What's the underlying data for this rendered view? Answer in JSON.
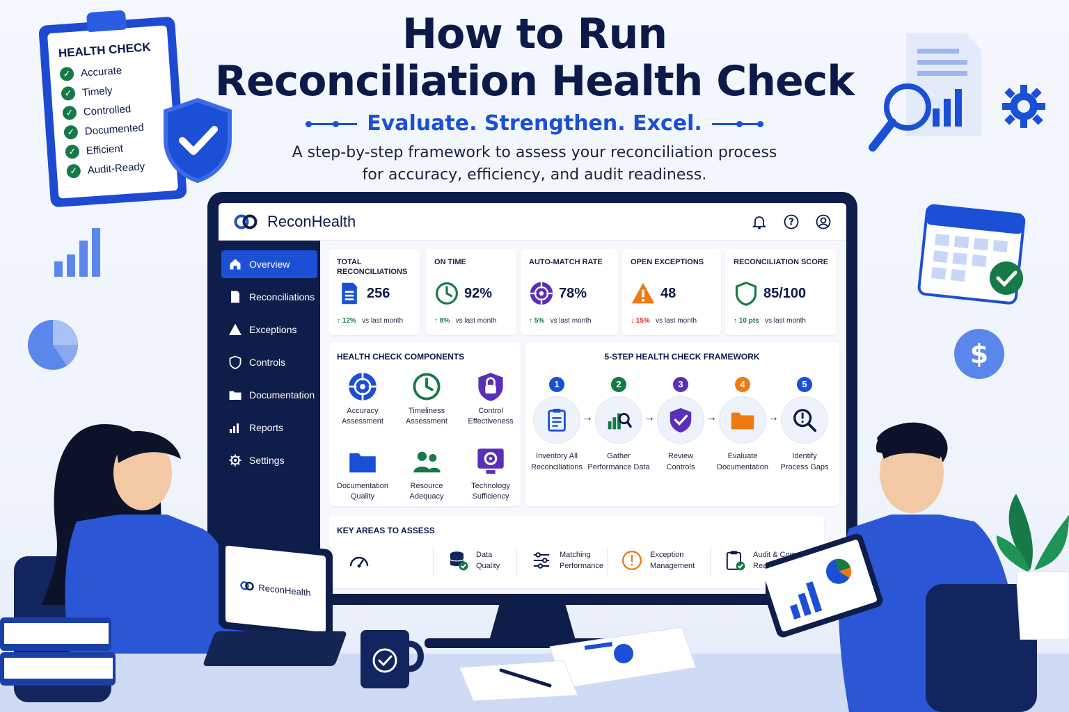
{
  "header": {
    "title_line1": "How to Run",
    "title_line2": "Reconciliation Health Check",
    "tagline": "Evaluate. Strengthen. Excel.",
    "description_line1": "A step-by-step framework to assess your reconciliation process",
    "description_line2": "for accuracy, efficiency, and audit readiness."
  },
  "clipboard": {
    "title": "HEALTH CHECK",
    "items": [
      "Accurate",
      "Timely",
      "Controlled",
      "Documented",
      "Efficient",
      "Audit-Ready"
    ]
  },
  "app": {
    "name": "ReconHealth",
    "laptop_brand": "ReconHealth",
    "nav": [
      {
        "label": "Overview",
        "icon": "home-icon",
        "active": true
      },
      {
        "label": "Reconciliations",
        "icon": "document-icon"
      },
      {
        "label": "Exceptions",
        "icon": "warning-icon"
      },
      {
        "label": "Controls",
        "icon": "shield-icon"
      },
      {
        "label": "Documentation",
        "icon": "folder-icon"
      },
      {
        "label": "Reports",
        "icon": "bar-chart-icon"
      },
      {
        "label": "Settings",
        "icon": "gear-icon"
      }
    ],
    "kpis": [
      {
        "label": "TOTAL RECONCILIATIONS",
        "value": "256",
        "delta": "12%",
        "direction": "up",
        "compare": "vs last month",
        "icon": "document-icon",
        "color": "#1b4fd6"
      },
      {
        "label": "ON TIME",
        "value": "92%",
        "delta": "8%",
        "direction": "up",
        "compare": "vs last month",
        "icon": "clock-icon",
        "color": "#157a47"
      },
      {
        "label": "AUTO-MATCH RATE",
        "value": "78%",
        "delta": "5%",
        "direction": "up",
        "compare": "vs last month",
        "icon": "target-icon",
        "color": "#5a2fb8"
      },
      {
        "label": "OPEN EXCEPTIONS",
        "value": "48",
        "delta": "15%",
        "direction": "down",
        "compare": "vs last month",
        "icon": "warning-icon",
        "color": "#f07a12"
      },
      {
        "label": "RECONCILIATION SCORE",
        "value": "85/100",
        "delta": "10 pts",
        "direction": "up",
        "compare": "vs last month",
        "icon": "shield-icon",
        "color": "#157a47"
      }
    ],
    "components_title": "HEALTH CHECK COMPONENTS",
    "components": [
      {
        "label": "Accuracy Assessment",
        "icon": "target-icon",
        "color": "#1b4fd6"
      },
      {
        "label": "Timeliness Assessment",
        "icon": "clock-icon",
        "color": "#157a47"
      },
      {
        "label": "Control Effectiveness",
        "icon": "lock-shield-icon",
        "color": "#5a2fb8"
      },
      {
        "label": "Documentation Quality",
        "icon": "folder-icon",
        "color": "#1b4fd6"
      },
      {
        "label": "Resource Adequacy",
        "icon": "people-icon",
        "color": "#157a47"
      },
      {
        "label": "Technology Sufficiency",
        "icon": "gear-monitor-icon",
        "color": "#5a2fb8"
      }
    ],
    "framework_title": "5-STEP HEALTH CHECK FRAMEWORK",
    "steps": [
      {
        "num": "1",
        "line1": "Inventory All",
        "line2": "Reconciliations",
        "icon": "clipboard-icon",
        "color": "#1b4fd6"
      },
      {
        "num": "2",
        "line1": "Gather",
        "line2": "Performance Data",
        "icon": "chart-search-icon",
        "color": "#157a47"
      },
      {
        "num": "3",
        "line1": "Review",
        "line2": "Controls",
        "icon": "shield-check-icon",
        "color": "#5a2fb8"
      },
      {
        "num": "4",
        "line1": "Evaluate",
        "line2": "Documentation",
        "icon": "folder-icon",
        "color": "#f07a12"
      },
      {
        "num": "5",
        "line1": "Identify",
        "line2": "Process Gaps",
        "icon": "search-alert-icon",
        "color": "#1b4fd6"
      }
    ],
    "areas_title": "KEY AREAS TO ASSESS",
    "areas": [
      {
        "line1": "",
        "line2": "",
        "icon": "gauge-icon"
      },
      {
        "line1": "Data",
        "line2": "Quality",
        "icon": "database-check-icon"
      },
      {
        "line1": "Matching",
        "line2": "Performance",
        "icon": "sliders-icon"
      },
      {
        "line1": "Exception",
        "line2": "Management",
        "icon": "alert-circle-icon"
      },
      {
        "line1": "Audit & Compliance",
        "line2": "Readiness",
        "icon": "clipboard-check-icon"
      }
    ]
  }
}
